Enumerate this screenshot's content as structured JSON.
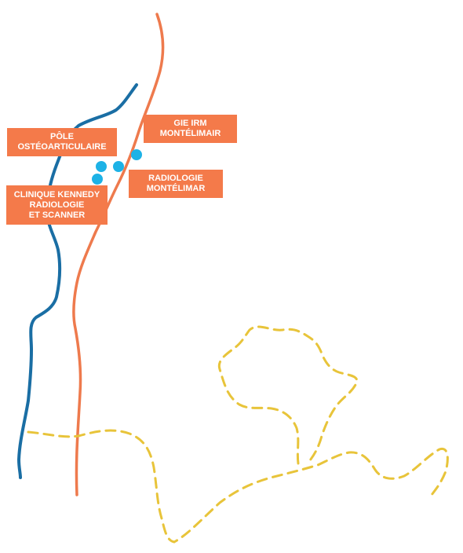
{
  "map": {
    "colors": {
      "river": "#1a6ea4",
      "road": "#ee7a4d",
      "boundary": "#e8c43a",
      "site_marker": "#1db2e6",
      "label_bg": "#f47a4a",
      "label_text": "#ffffff"
    },
    "labels": {
      "pole": {
        "line1": "PÔLE",
        "line2": "OSTÉOARTICULAIRE"
      },
      "gie": {
        "line1": "GIE IRM",
        "line2": "MONTÉLIMAIR"
      },
      "radiologie": {
        "line1": "RADIOLOGIE",
        "line2": "MONTÉLIMAR"
      },
      "clinique": {
        "line1": "CLINIQUE KENNEDY",
        "line2": "RADIOLOGIE",
        "line3": "ET SCANNER"
      }
    },
    "markers": [
      "pole-marker",
      "radiologie-marker",
      "gie-marker",
      "clinique-marker"
    ]
  }
}
